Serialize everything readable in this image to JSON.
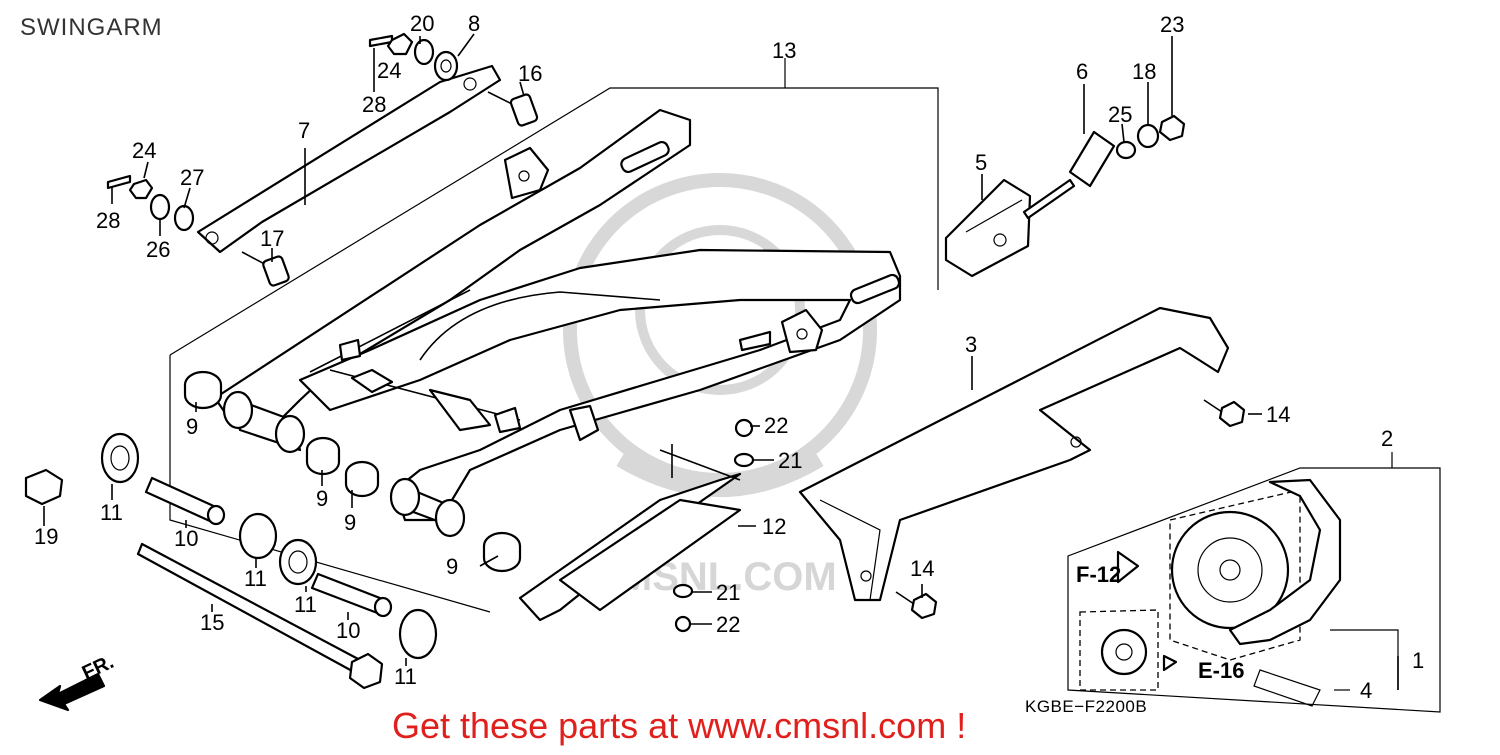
{
  "diagram": {
    "title": "SWINGARM",
    "footer_text": "Get these parts at www.cmsnl.com !",
    "drawing_code": "KGBE−F2200B",
    "watermark_text": "CMSNL.COM",
    "direction_label": "FR.",
    "colors": {
      "footer": "#e0201c",
      "lines": "#000000",
      "watermark": "#d6d6d6"
    },
    "references": [
      {
        "id": "ref-f12",
        "label": "F-12"
      },
      {
        "id": "ref-e16",
        "label": "E-16"
      }
    ],
    "callouts": [
      {
        "id": "c-20",
        "label": "20"
      },
      {
        "id": "c-8",
        "label": "8"
      },
      {
        "id": "c-24a",
        "label": "24"
      },
      {
        "id": "c-28a",
        "label": "28"
      },
      {
        "id": "c-16",
        "label": "16"
      },
      {
        "id": "c-13",
        "label": "13"
      },
      {
        "id": "c-7",
        "label": "7"
      },
      {
        "id": "c-24b",
        "label": "24"
      },
      {
        "id": "c-27",
        "label": "27"
      },
      {
        "id": "c-28b",
        "label": "28"
      },
      {
        "id": "c-26",
        "label": "26"
      },
      {
        "id": "c-17",
        "label": "17"
      },
      {
        "id": "c-6",
        "label": "6"
      },
      {
        "id": "c-18",
        "label": "18"
      },
      {
        "id": "c-23",
        "label": "23"
      },
      {
        "id": "c-25",
        "label": "25"
      },
      {
        "id": "c-5",
        "label": "5"
      },
      {
        "id": "c-3",
        "label": "3"
      },
      {
        "id": "c-14a",
        "label": "14"
      },
      {
        "id": "c-22a",
        "label": "22"
      },
      {
        "id": "c-21a",
        "label": "21"
      },
      {
        "id": "c-9a",
        "label": "9"
      },
      {
        "id": "c-9b",
        "label": "9"
      },
      {
        "id": "c-9c",
        "label": "9"
      },
      {
        "id": "c-9d",
        "label": "9"
      },
      {
        "id": "c-11a",
        "label": "11"
      },
      {
        "id": "c-19",
        "label": "19"
      },
      {
        "id": "c-10a",
        "label": "10"
      },
      {
        "id": "c-11b",
        "label": "11"
      },
      {
        "id": "c-11c",
        "label": "11"
      },
      {
        "id": "c-10b",
        "label": "10"
      },
      {
        "id": "c-11d",
        "label": "11"
      },
      {
        "id": "c-15",
        "label": "15"
      },
      {
        "id": "c-12",
        "label": "12"
      },
      {
        "id": "c-21b",
        "label": "21"
      },
      {
        "id": "c-22b",
        "label": "22"
      },
      {
        "id": "c-14b",
        "label": "14"
      },
      {
        "id": "c-2",
        "label": "2"
      },
      {
        "id": "c-1",
        "label": "1"
      },
      {
        "id": "c-4",
        "label": "4"
      }
    ]
  }
}
